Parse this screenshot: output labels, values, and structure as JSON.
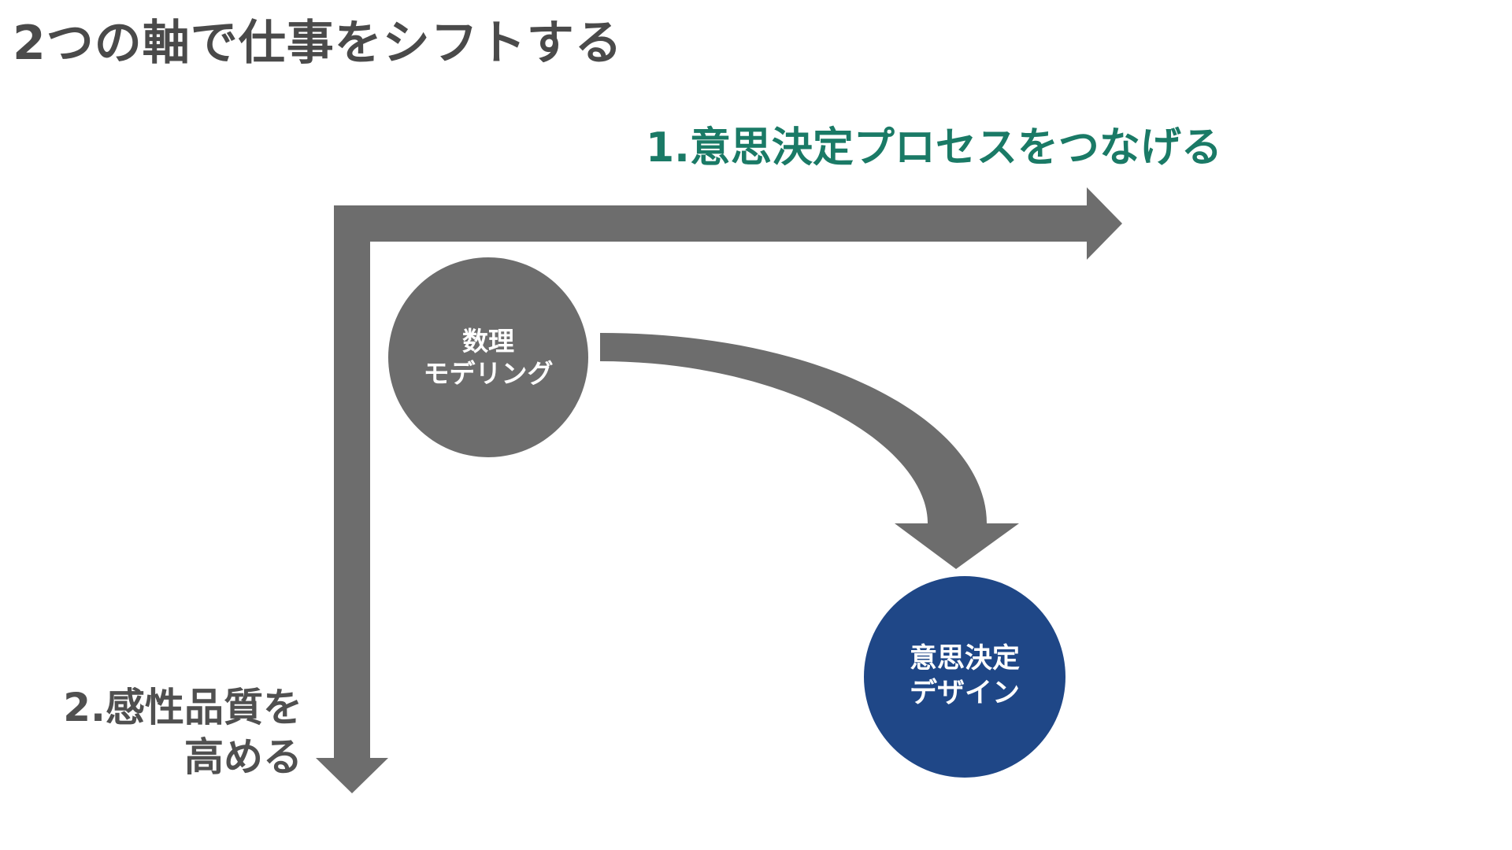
{
  "title": "2つの軸で仕事をシフトする",
  "axes": {
    "horizontal_label": "1.意思決定プロセスをつなげる",
    "vertical_label_line1": "2.感性品質を",
    "vertical_label_line2": "高める"
  },
  "nodes": {
    "modeling": {
      "line1": "数理",
      "line2": "モデリング"
    },
    "design": {
      "line1": "意思決定",
      "line2": "デザイン"
    }
  },
  "colors": {
    "title_text": "#4a4a4a",
    "axis1_text": "#1a7a66",
    "axis2_text": "#505050",
    "arrows": "#6d6d6d",
    "modeling_node": "#6d6d6d",
    "design_node": "#1f4787",
    "node_text": "#ffffff"
  }
}
